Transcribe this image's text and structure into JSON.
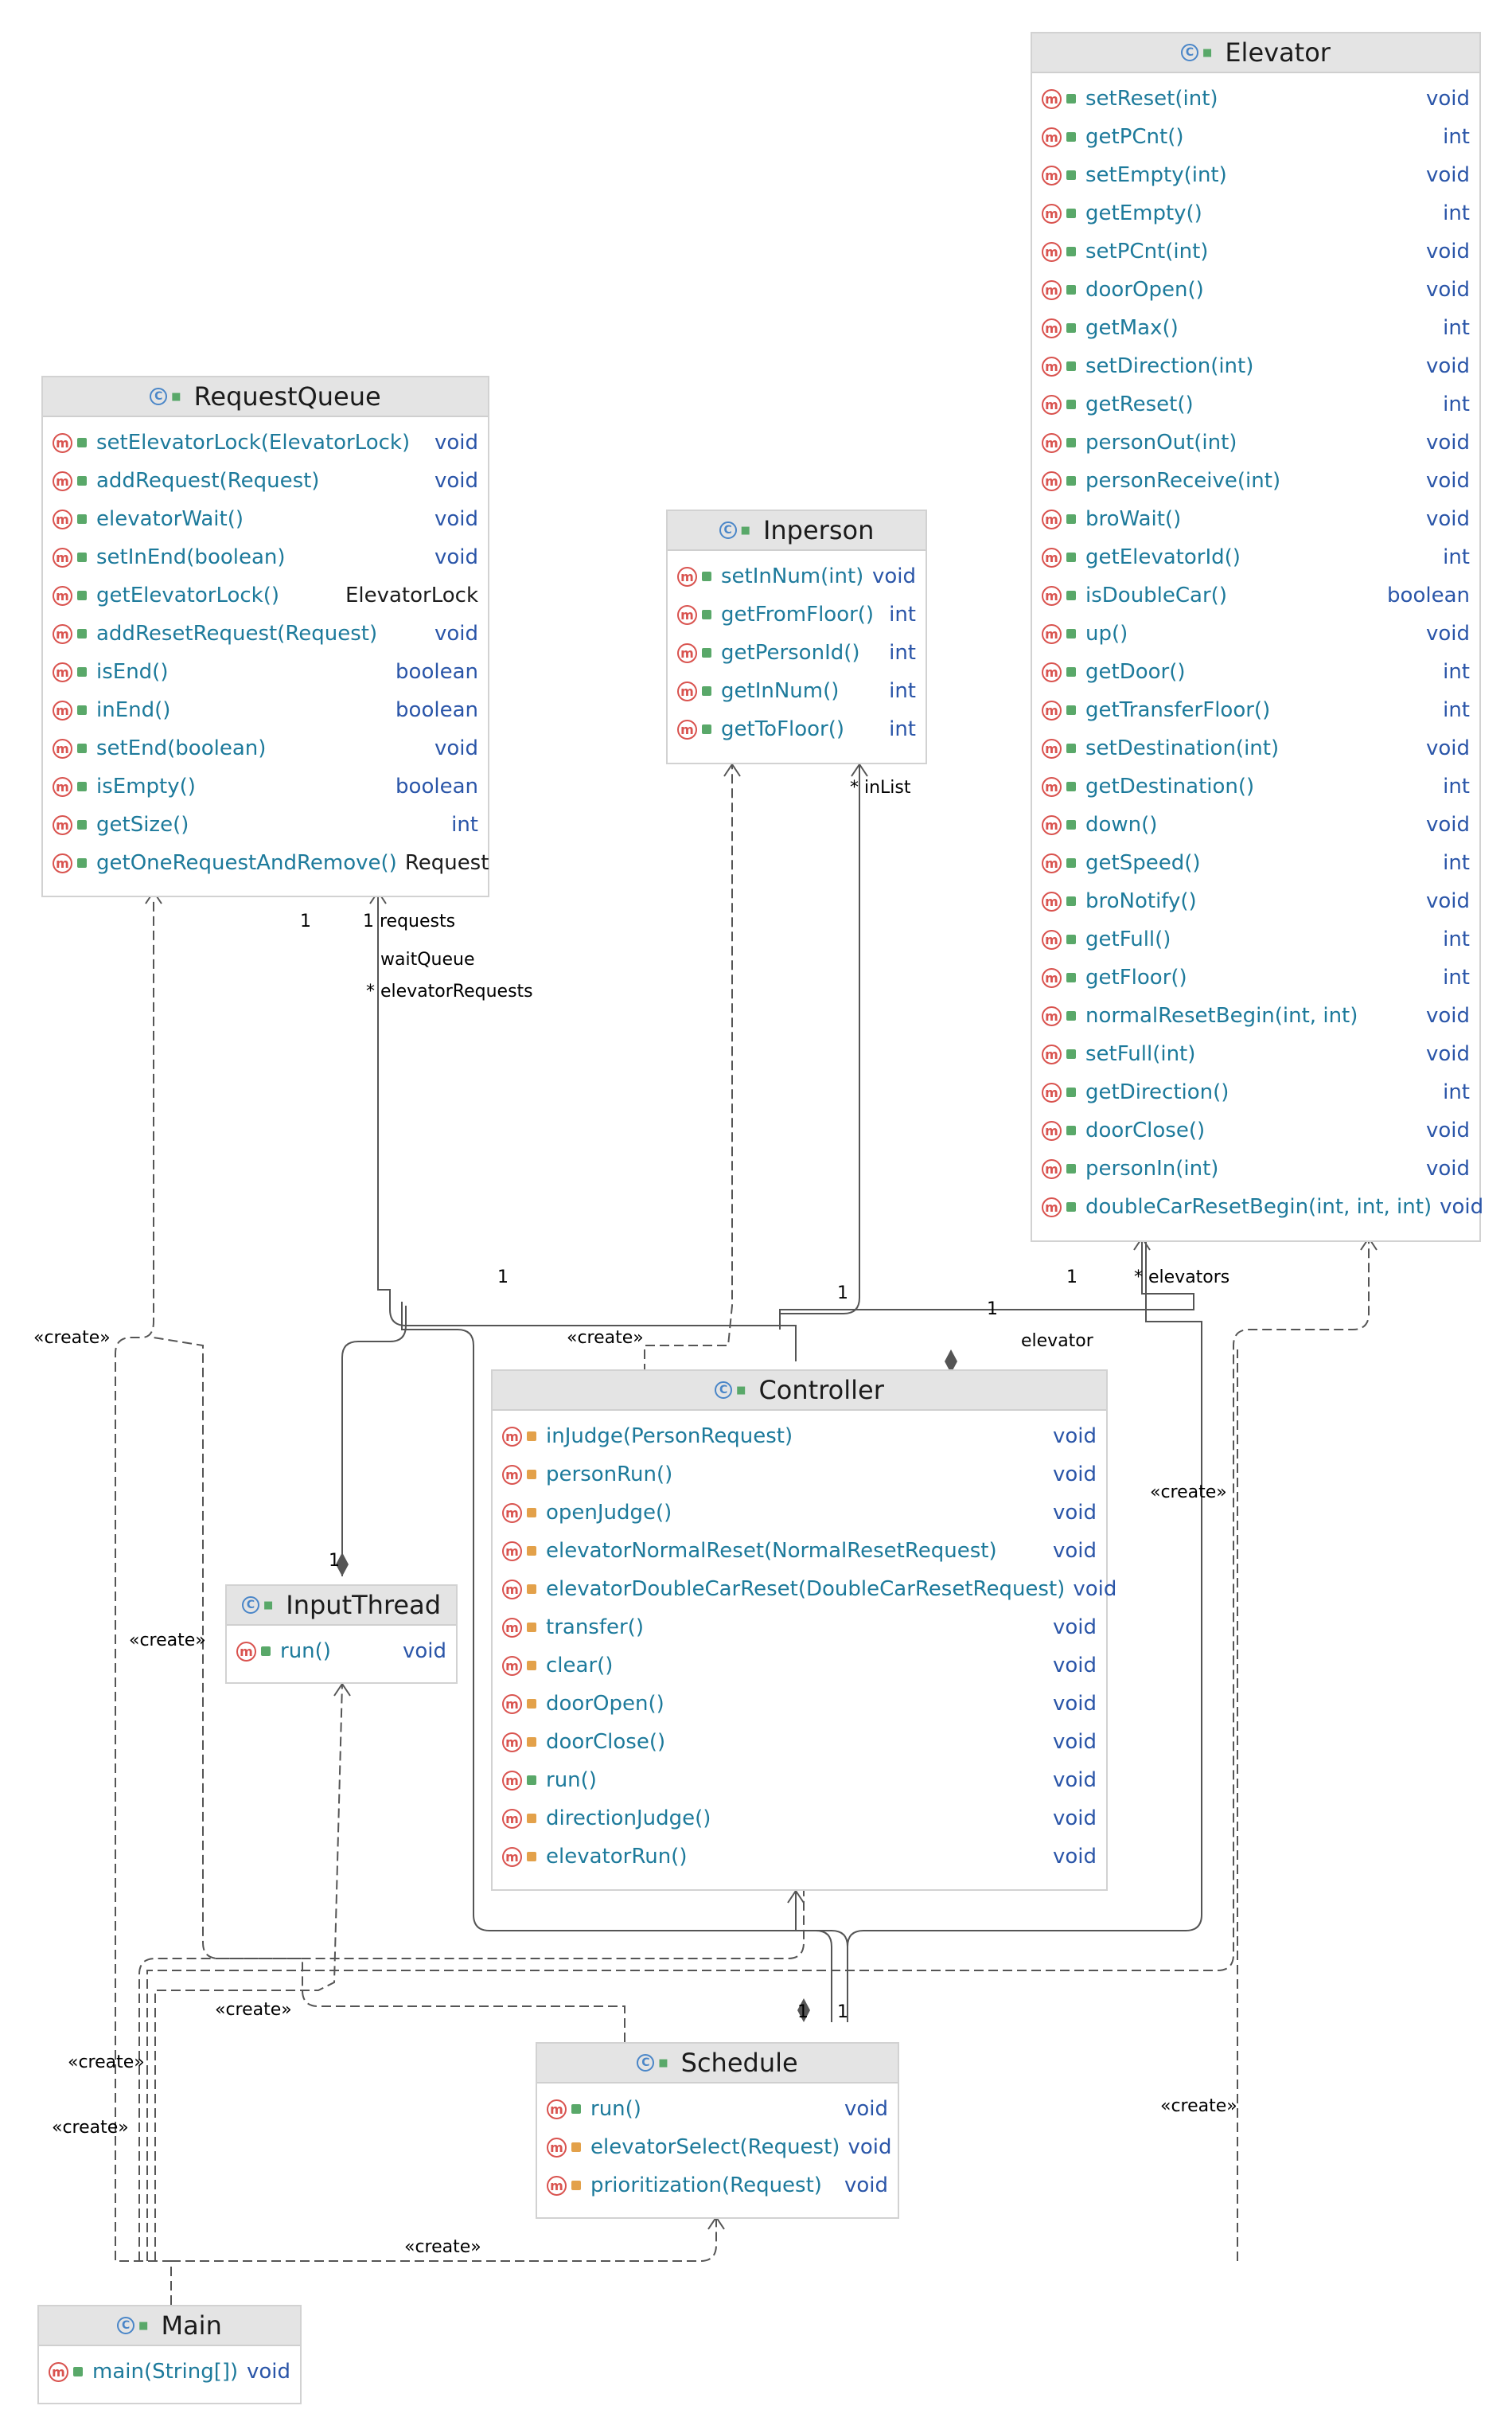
{
  "classes": {
    "request_queue": {
      "name": "RequestQueue",
      "methods": [
        {
          "name": "setElevatorLock(ElevatorLock)",
          "ret": "void"
        },
        {
          "name": "addRequest(Request)",
          "ret": "void"
        },
        {
          "name": "elevatorWait()",
          "ret": "void"
        },
        {
          "name": "setInEnd(boolean)",
          "ret": "void"
        },
        {
          "name": "getElevatorLock()",
          "ret": "ElevatorLock"
        },
        {
          "name": "addResetRequest(Request)",
          "ret": "void"
        },
        {
          "name": "isEnd()",
          "ret": "boolean"
        },
        {
          "name": "inEnd()",
          "ret": "boolean"
        },
        {
          "name": "setEnd(boolean)",
          "ret": "void"
        },
        {
          "name": "isEmpty()",
          "ret": "boolean"
        },
        {
          "name": "getSize()",
          "ret": "int"
        },
        {
          "name": "getOneRequestAndRemove()",
          "ret": "Request"
        }
      ]
    },
    "inperson": {
      "name": "Inperson",
      "methods": [
        {
          "name": "setInNum(int)",
          "ret": "void"
        },
        {
          "name": "getFromFloor()",
          "ret": "int"
        },
        {
          "name": "getPersonId()",
          "ret": "int"
        },
        {
          "name": "getInNum()",
          "ret": "int"
        },
        {
          "name": "getToFloor()",
          "ret": "int"
        }
      ]
    },
    "elevator": {
      "name": "Elevator",
      "methods": [
        {
          "name": "setReset(int)",
          "ret": "void"
        },
        {
          "name": "getPCnt()",
          "ret": "int"
        },
        {
          "name": "setEmpty(int)",
          "ret": "void"
        },
        {
          "name": "getEmpty()",
          "ret": "int"
        },
        {
          "name": "setPCnt(int)",
          "ret": "void"
        },
        {
          "name": "doorOpen()",
          "ret": "void"
        },
        {
          "name": "getMax()",
          "ret": "int"
        },
        {
          "name": "setDirection(int)",
          "ret": "void"
        },
        {
          "name": "getReset()",
          "ret": "int"
        },
        {
          "name": "personOut(int)",
          "ret": "void"
        },
        {
          "name": "personReceive(int)",
          "ret": "void"
        },
        {
          "name": "broWait()",
          "ret": "void"
        },
        {
          "name": "getElevatorId()",
          "ret": "int"
        },
        {
          "name": "isDoubleCar()",
          "ret": "boolean"
        },
        {
          "name": "up()",
          "ret": "void"
        },
        {
          "name": "getDoor()",
          "ret": "int"
        },
        {
          "name": "getTransferFloor()",
          "ret": "int"
        },
        {
          "name": "setDestination(int)",
          "ret": "void"
        },
        {
          "name": "getDestination()",
          "ret": "int"
        },
        {
          "name": "down()",
          "ret": "void"
        },
        {
          "name": "getSpeed()",
          "ret": "int"
        },
        {
          "name": "broNotify()",
          "ret": "void"
        },
        {
          "name": "getFull()",
          "ret": "int"
        },
        {
          "name": "getFloor()",
          "ret": "int"
        },
        {
          "name": "normalResetBegin(int, int)",
          "ret": "void"
        },
        {
          "name": "setFull(int)",
          "ret": "void"
        },
        {
          "name": "getDirection()",
          "ret": "int"
        },
        {
          "name": "doorClose()",
          "ret": "void"
        },
        {
          "name": "personIn(int)",
          "ret": "void"
        },
        {
          "name": "doubleCarResetBegin(int, int, int)",
          "ret": "void"
        }
      ]
    },
    "controller": {
      "name": "Controller",
      "methods": [
        {
          "name": "inJudge(PersonRequest)",
          "ret": "void"
        },
        {
          "name": "personRun()",
          "ret": "void"
        },
        {
          "name": "openJudge()",
          "ret": "void"
        },
        {
          "name": "elevatorNormalReset(NormalResetRequest)",
          "ret": "void"
        },
        {
          "name": "elevatorDoubleCarReset(DoubleCarResetRequest)",
          "ret": "void"
        },
        {
          "name": "transfer()",
          "ret": "void"
        },
        {
          "name": "clear()",
          "ret": "void"
        },
        {
          "name": "doorOpen()",
          "ret": "void"
        },
        {
          "name": "doorClose()",
          "ret": "void"
        },
        {
          "name": "run()",
          "ret": "void"
        },
        {
          "name": "directionJudge()",
          "ret": "void"
        },
        {
          "name": "elevatorRun()",
          "ret": "void"
        }
      ]
    },
    "input_thread": {
      "name": "InputThread",
      "methods": [
        {
          "name": "run()",
          "ret": "void"
        }
      ]
    },
    "schedule": {
      "name": "Schedule",
      "methods": [
        {
          "name": "run()",
          "ret": "void"
        },
        {
          "name": "elevatorSelect(Request)",
          "ret": "void"
        },
        {
          "name": "prioritization(Request)",
          "ret": "void"
        }
      ]
    },
    "main": {
      "name": "Main",
      "methods": [
        {
          "name": "main(String[])",
          "ret": "void"
        }
      ]
    }
  },
  "labels": {
    "create": "«create»",
    "one": "1",
    "requests": "1 requests",
    "wait_queue": "waitQueue",
    "elevator_requests": "* elevatorRequests",
    "in_list": "* inList",
    "elevators": "* elevators",
    "elevator": "elevator"
  },
  "colors": {
    "header_bg": "#e4e4e4",
    "class_icon": "#4a86c8",
    "method_icon": "#d9534f",
    "public_marker": "#59a869",
    "private_marker": "#e3a14a",
    "method_name": "#1d7a9b",
    "return_type": "#2a55a8",
    "edge": "#555555"
  }
}
